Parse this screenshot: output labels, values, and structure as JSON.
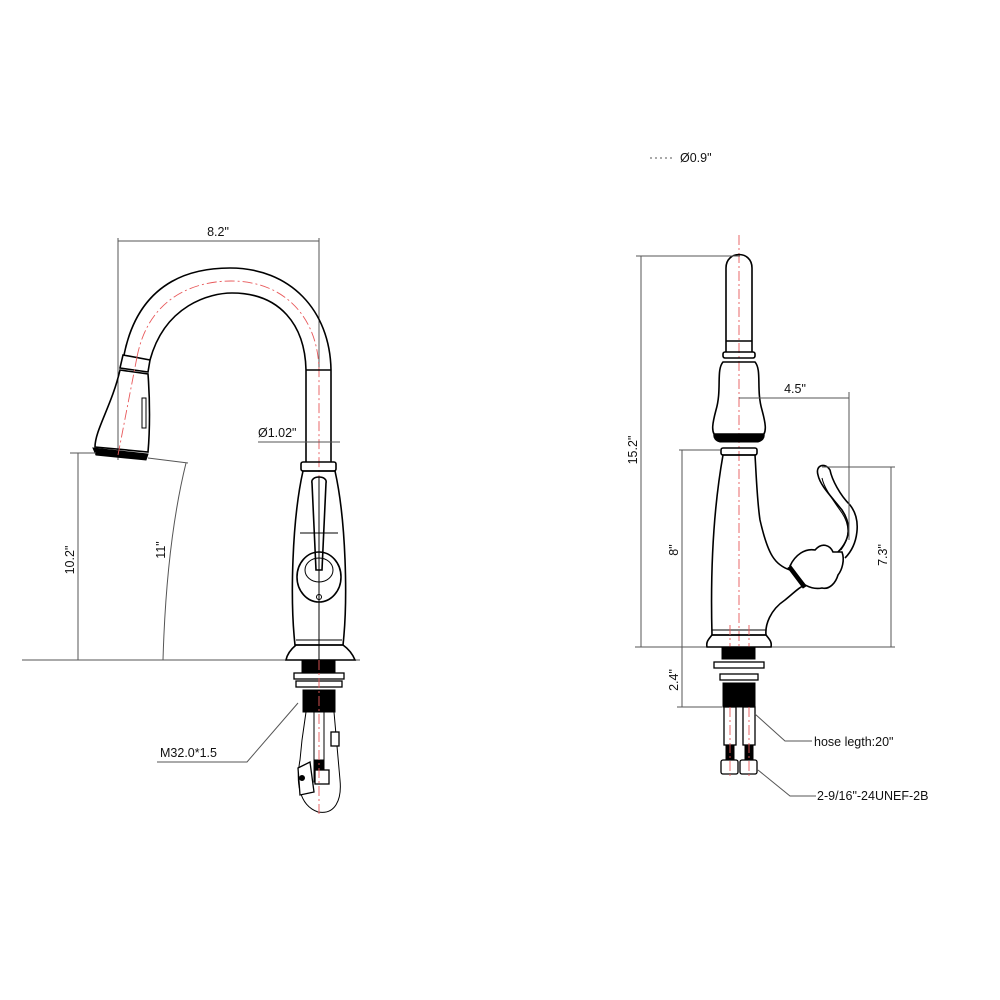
{
  "drawing": {
    "title": "Pull-down kitchen faucet dimension drawing",
    "views": [
      "side-view",
      "front-view"
    ],
    "line_colors": {
      "outline": "#000000",
      "dimension": "#555555",
      "centerline": "#e8585a"
    }
  },
  "side_view": {
    "reach_width": "8.2\"",
    "spout_diameter": "Ø1.02\"",
    "spout_height": "10.2\"",
    "spout_arc_height": "11\"",
    "thread_label": "M32.0*1.5"
  },
  "front_view": {
    "sprayhead_diameter": "Ø0.9\"",
    "total_height": "15.2\"",
    "handle_offset": "4.5\"",
    "body_height": "8\"",
    "handle_height": "7.3\"",
    "below_deck_height": "2.4\"",
    "hose_label": "hose legth:20\"",
    "connector_label": "2-9/16\"-24UNEF-2B"
  }
}
